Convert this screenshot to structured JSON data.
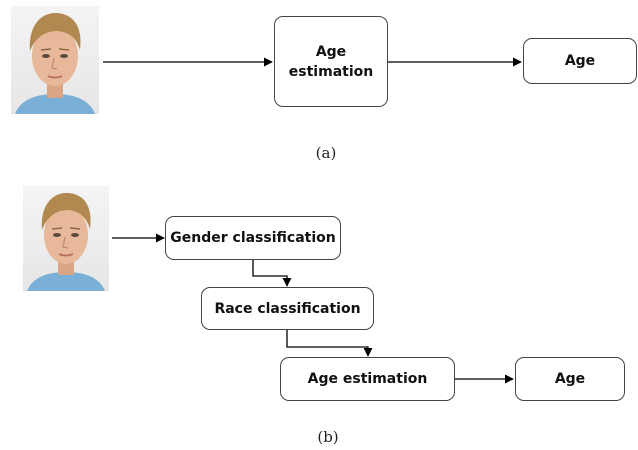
{
  "diagram_a": {
    "box_age_estimation_line1": "Age",
    "box_age_estimation_line2": "estimation",
    "box_age": "Age",
    "caption": "(a)"
  },
  "diagram_b": {
    "box_gender": "Gender classification",
    "box_race": "Race classification",
    "box_age_estimation": "Age estimation",
    "box_age": "Age",
    "caption": "(b)"
  },
  "colors": {
    "line": "#000000",
    "box_border": "#444444",
    "skin": "#e8b89a",
    "hair": "#b08850",
    "shirt": "#7ab0d8"
  }
}
